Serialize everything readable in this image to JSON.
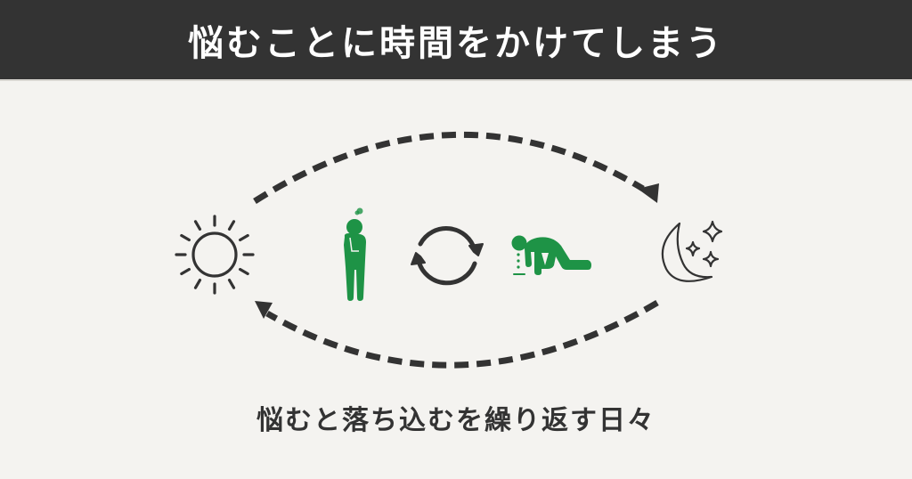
{
  "header": {
    "title": "悩むことに時間をかけてしまう",
    "background_color": "#333333",
    "text_color": "#ffffff"
  },
  "diagram": {
    "nodes": [
      {
        "id": "sun",
        "icon": "sun-icon",
        "meaning": "day"
      },
      {
        "id": "worried-person",
        "icon": "worried-person-icon",
        "color": "#1e9346"
      },
      {
        "id": "cycle",
        "icon": "cycle-arrows-icon"
      },
      {
        "id": "depressed-person",
        "icon": "kneeling-depressed-person-icon",
        "color": "#1e9346"
      },
      {
        "id": "moon",
        "icon": "moon-stars-icon",
        "meaning": "night"
      }
    ],
    "arrows": [
      {
        "from": "sun",
        "to": "moon",
        "style": "dashed",
        "position": "top"
      },
      {
        "from": "moon",
        "to": "sun",
        "style": "dashed",
        "position": "bottom"
      }
    ],
    "line_color": "#333333",
    "accent_color": "#1e9346"
  },
  "caption": {
    "text": "悩むと落ち込むを繰り返す日々"
  },
  "background_color": "#f4f3f0"
}
